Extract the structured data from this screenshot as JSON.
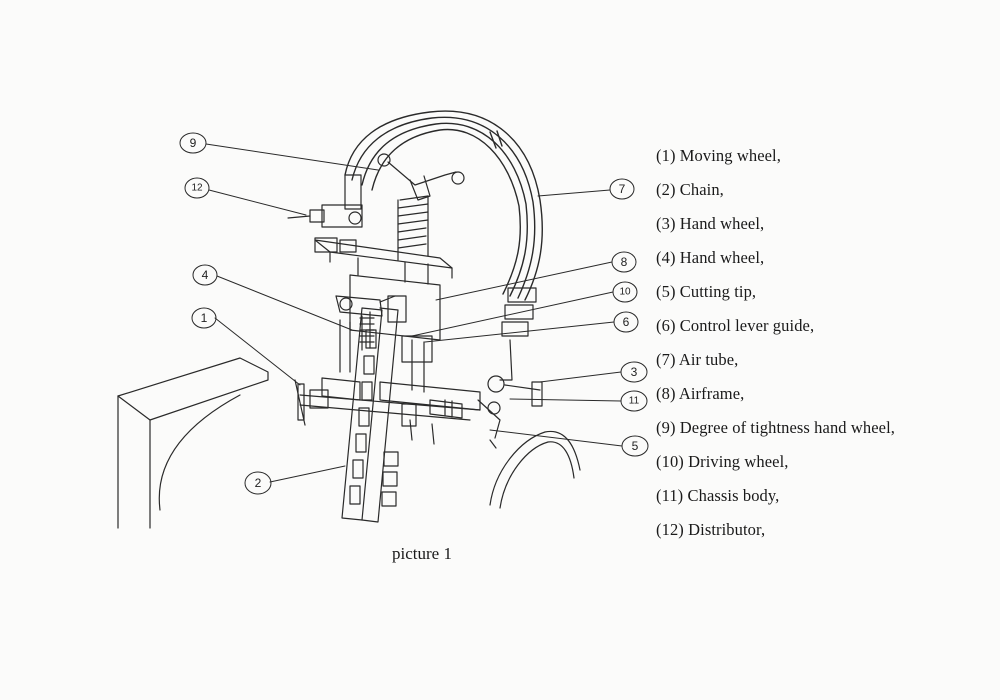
{
  "callouts": [
    "9",
    "12",
    "4",
    "1",
    "2",
    "7",
    "8",
    "10",
    "6",
    "3",
    "11",
    "5"
  ],
  "legend": [
    "(1) Moving wheel,",
    "(2) Chain,",
    "(3) Hand wheel,",
    "(4) Hand wheel,",
    "(5) Cutting tip,",
    "(6) Control lever guide,",
    "(7) Air tube,",
    "(8) Airframe,",
    "(9) Degree of tightness hand wheel,",
    "(10) Driving wheel,",
    "(11) Chassis body,",
    "(12) Distributor,"
  ],
  "caption": "picture 1"
}
